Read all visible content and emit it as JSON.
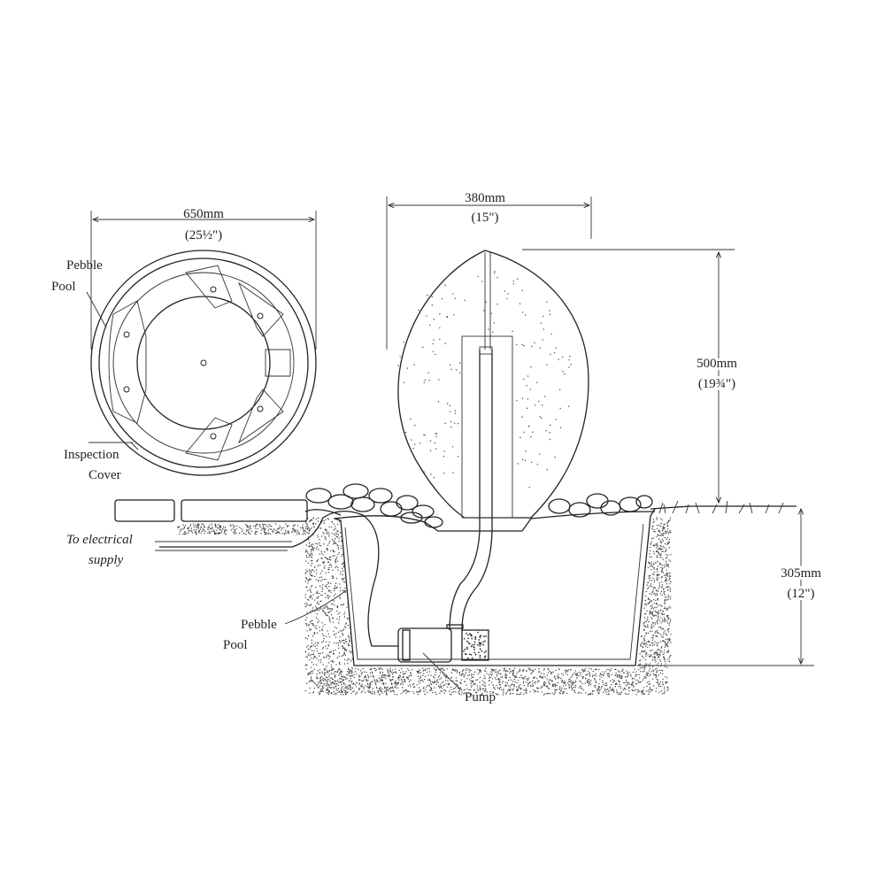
{
  "top_view": {
    "width_mm": "650mm",
    "width_in": "(25½\")",
    "pebble_pool_line1": "Pebble",
    "pebble_pool_line2": "Pool",
    "inspection_line1": "Inspection",
    "inspection_line2": "Cover"
  },
  "side_view": {
    "stone_width_mm": "380mm",
    "stone_width_in": "(15\")",
    "stone_height_mm": "500mm",
    "stone_height_in": "(19¾\")",
    "pool_depth_mm": "305mm",
    "pool_depth_in": "(12\")",
    "electrical_line1": "To electrical",
    "electrical_line2": "supply",
    "pebble_pool_line1": "Pebble",
    "pebble_pool_line2": "Pool",
    "pump": "Pump"
  }
}
